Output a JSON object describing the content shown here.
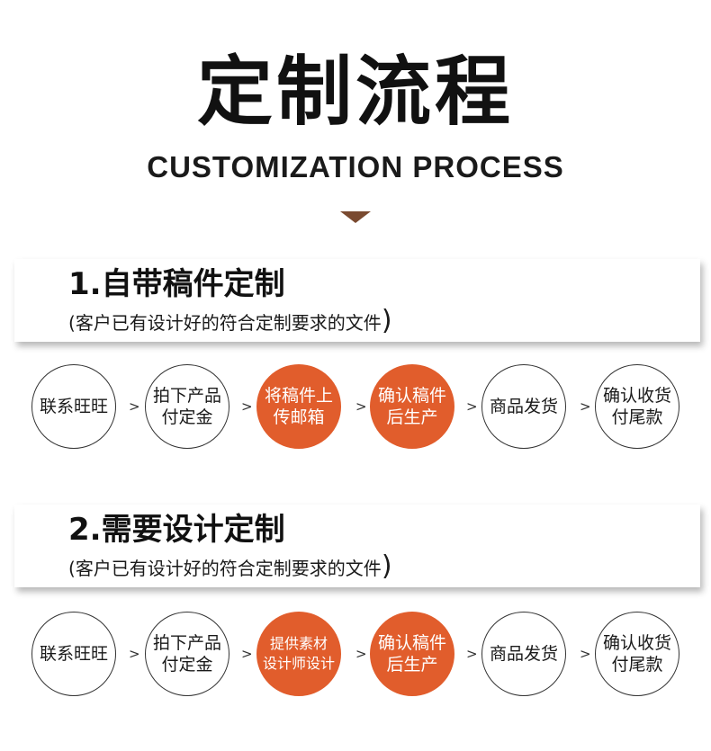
{
  "header": {
    "title": "定制流程",
    "subtitle": "CUSTOMIZATION PROCESS"
  },
  "sections": [
    {
      "heading": "1.自带稿件定制",
      "note": "客户已有设计好的符合定制要求的文件",
      "steps": [
        {
          "label": "联系旺旺",
          "highlighted": false
        },
        {
          "label": "拍下产品\n付定金",
          "highlighted": false
        },
        {
          "label": "将稿件上\n传邮箱",
          "highlighted": true
        },
        {
          "label": "确认稿件\n后生产",
          "highlighted": true
        },
        {
          "label": "商品发货",
          "highlighted": false
        },
        {
          "label": "确认收货\n付尾款",
          "highlighted": false
        }
      ]
    },
    {
      "heading": "2.需要设计定制",
      "note": "客户已有设计好的符合定制要求的文件",
      "steps": [
        {
          "label": "联系旺旺",
          "highlighted": false
        },
        {
          "label": "拍下产品\n付定金",
          "highlighted": false
        },
        {
          "label": "提供素材\n设计师设计",
          "highlighted": true
        },
        {
          "label": "确认稿件\n后生产",
          "highlighted": true
        },
        {
          "label": "商品发货",
          "highlighted": false
        },
        {
          "label": "确认收货\n付尾款",
          "highlighted": false
        }
      ]
    }
  ],
  "arrow_glyph": ">",
  "colors": {
    "accent": "#e15d2c",
    "chevron": "#7a4a30",
    "text": "#1a1a1a"
  }
}
